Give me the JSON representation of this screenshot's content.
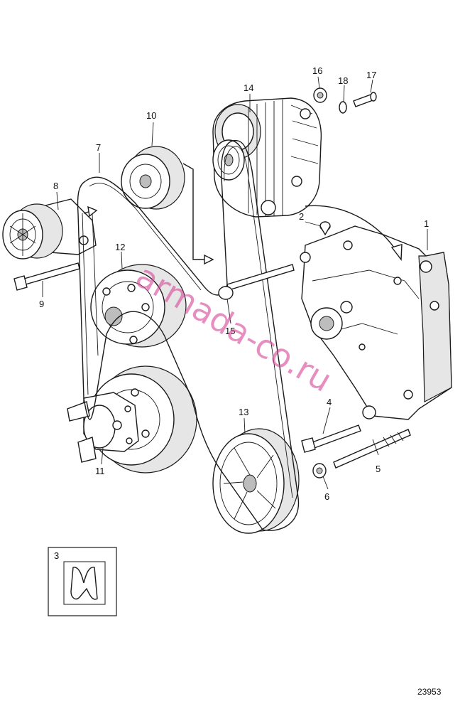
{
  "diagram": {
    "reference_number": "23953",
    "watermark": "armada-co.ru",
    "callouts": [
      {
        "id": "c1",
        "text": "1"
      },
      {
        "id": "c2",
        "text": "2"
      },
      {
        "id": "c3",
        "text": "3"
      },
      {
        "id": "c4",
        "text": "4"
      },
      {
        "id": "c5",
        "text": "5"
      },
      {
        "id": "c6",
        "text": "6"
      },
      {
        "id": "c7",
        "text": "7"
      },
      {
        "id": "c8",
        "text": "8"
      },
      {
        "id": "c9",
        "text": "9"
      },
      {
        "id": "c10",
        "text": "10"
      },
      {
        "id": "c11",
        "text": "11"
      },
      {
        "id": "c12",
        "text": "12"
      },
      {
        "id": "c13",
        "text": "13"
      },
      {
        "id": "c14",
        "text": "14"
      },
      {
        "id": "c15",
        "text": "15"
      },
      {
        "id": "c16",
        "text": "16"
      },
      {
        "id": "c17",
        "text": "17"
      },
      {
        "id": "c18",
        "text": "18"
      }
    ]
  }
}
